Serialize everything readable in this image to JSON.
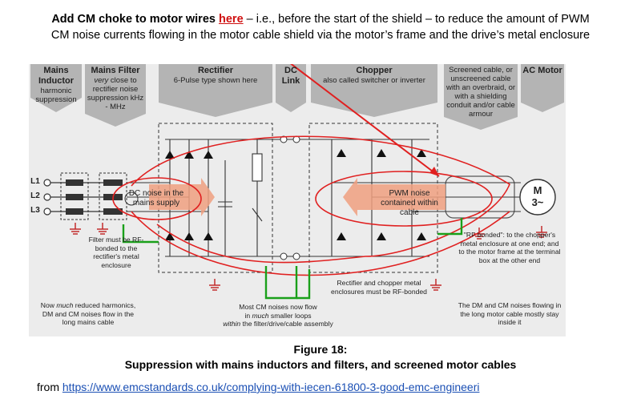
{
  "caption": {
    "bold_lead": "Add CM choke to motor wires ",
    "here_link": "here",
    "rest_line1": " – i.e., before the start of the shield – to reduce the amount of PWM",
    "line2": "CM noise currents flowing in the motor cable shield  via the motor’s frame and the drive’s metal enclosure"
  },
  "headers": [
    {
      "title": "Mains Inductor",
      "sub": "harmonic suppression"
    },
    {
      "title": "Mains Filter",
      "sub_italic": "very",
      "sub": "close to rectifier noise suppression kHz - MHz"
    },
    {
      "title": "Rectifier",
      "sub": "6-Pulse type shown here"
    },
    {
      "title": "DC Link",
      "sub": ""
    },
    {
      "title": "Chopper",
      "sub": "also called switcher or inverter"
    },
    {
      "title": "",
      "sub": "Screened cable, or unscreened cable with an overbraid, or with a shielding conduit and/or cable armour"
    },
    {
      "title": "AC Motor",
      "sub": ""
    }
  ],
  "lines": [
    "L1",
    "L2",
    "L3"
  ],
  "motor": {
    "label": "M",
    "phase": "3~"
  },
  "arrows": {
    "dc_noise": "DC noise in the mains supply",
    "pwm_noise": "PWM noise contained within cable"
  },
  "notes": {
    "filter": "Filter must be RF-bonded to the rectifier's metal enclosure",
    "harmonics_pre": "Now ",
    "harmonics_italic": "much",
    "harmonics_post": " reduced harmonics, DM and CM noises flow in the long mains cable",
    "cm_noise_l1": "Most CM noises now flow",
    "cm_noise_l2_pre": "in ",
    "cm_noise_l2_italic": "much",
    "cm_noise_l2_post": " smaller loops",
    "cm_noise_l3_italic": "within",
    "cm_noise_l3_post": " the filter/drive/cable assembly",
    "enclosures": "Rectifier and chopper metal enclosures must be RF-bonded",
    "rf_bonded": "\"RF bonded\": to the chopper's metal enclosure at one end; and to the motor frame at the terminal box at the other end",
    "dm_cm": "The DM and CM noises flowing in the long motor cable mostly stay inside it"
  },
  "figure": {
    "title": "Figure 18:",
    "subtitle": "Suppression with mains inductors and filters, and screened motor cables"
  },
  "source": {
    "prefix": "from ",
    "url": "https://www.emcstandards.co.uk/complying-with-iecen-61800-3-good-emc-engineeri"
  },
  "colors": {
    "loop_red": "#e02020",
    "arrow_fill": "#f0a080",
    "bond_green": "#1aa01a",
    "header_grey": "#b4b4b4"
  }
}
